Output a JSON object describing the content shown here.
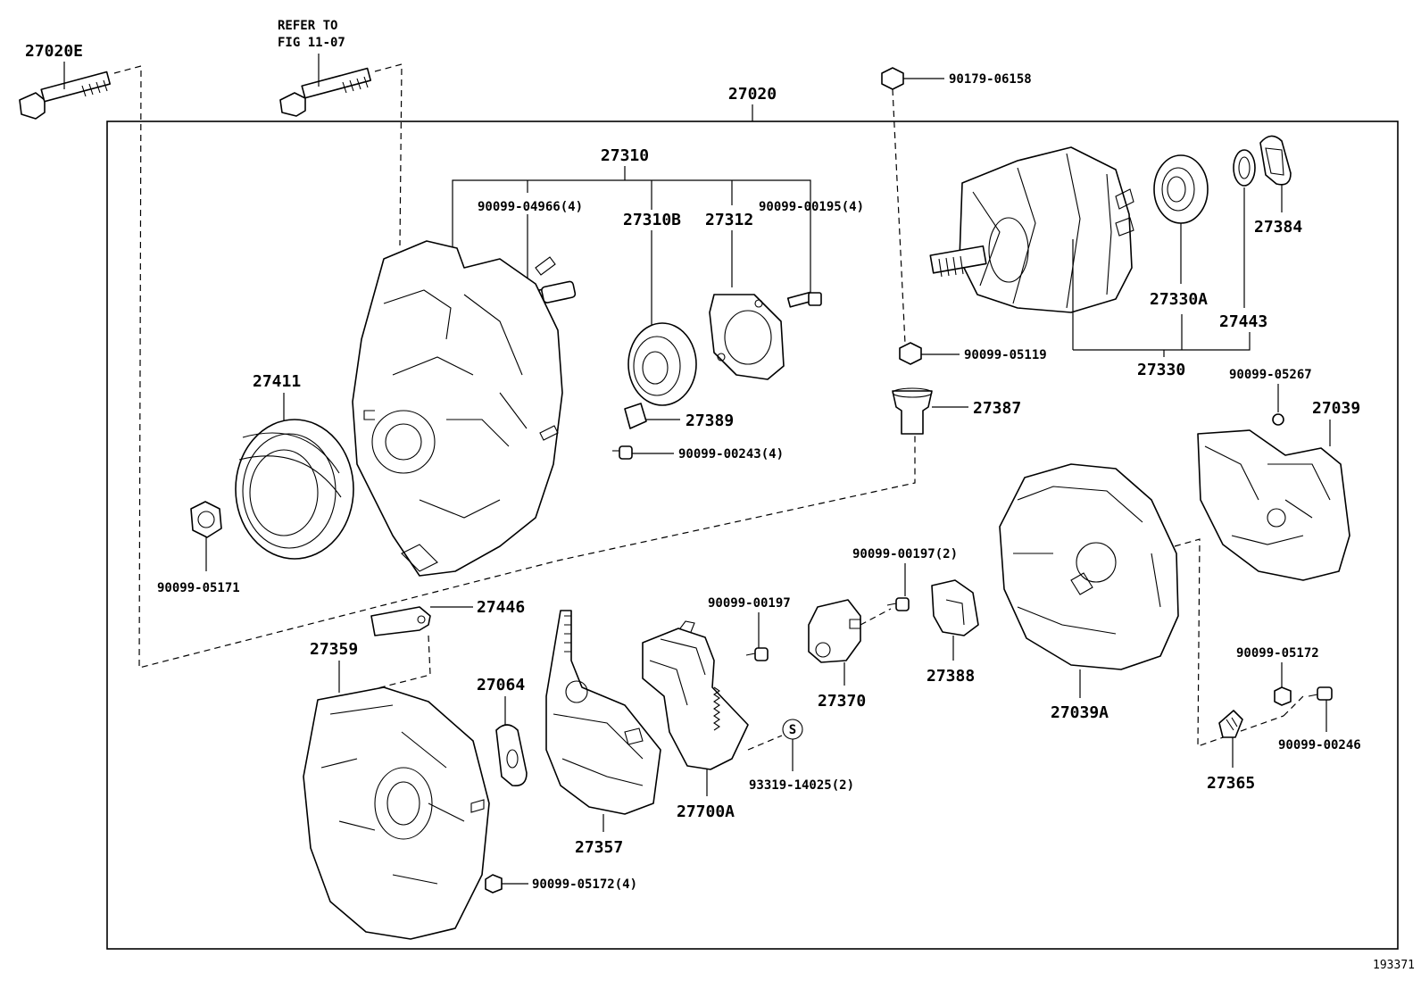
{
  "diagram": {
    "figure_number": "193371",
    "assembly_label": "27020",
    "reference_note": [
      "REFER TO",
      "FIG 11-07"
    ],
    "labels": {
      "p27020E": "27020E",
      "p27310": "27310",
      "p90099_04966": "90099-04966(4)",
      "p27310B": "27310B",
      "p27312": "27312",
      "p90099_00195": "90099-00195(4)",
      "p90179_06158": "90179-06158",
      "p27384": "27384",
      "p27330A": "27330A",
      "p27443": "27443",
      "p90099_05119": "90099-05119",
      "p27330": "27330",
      "p27411": "27411",
      "p27389": "27389",
      "p90099_00243": "90099-00243(4)",
      "p27387": "27387",
      "p90099_05267": "90099-05267",
      "p27039": "27039",
      "p90099_05171": "90099-05171",
      "p27446": "27446",
      "p90099_00197_2": "90099-00197(2)",
      "p90099_00197": "90099-00197",
      "p27359": "27359",
      "p27064": "27064",
      "p27370": "27370",
      "p27388": "27388",
      "p27039A": "27039A",
      "p90099_05172": "90099-05172",
      "p90099_00246": "90099-00246",
      "p93319_14025": "93319-14025(2)",
      "p27700A": "27700A",
      "p27365": "27365",
      "p27357": "27357",
      "p90099_05172_4": "90099-05172(4)",
      "s_symbol": "S"
    }
  }
}
